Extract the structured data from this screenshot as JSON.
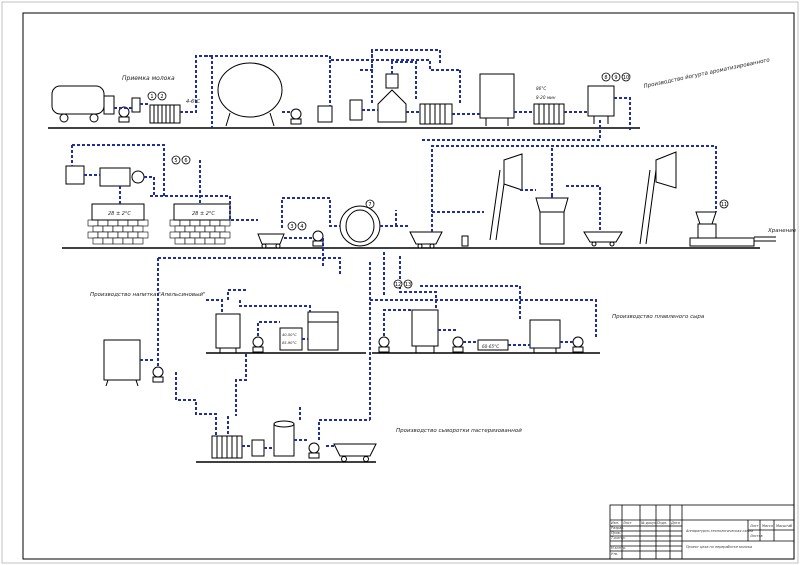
{
  "labels": {
    "milk_reception": "Приемка молока",
    "yogurt_production": "Производство йогурта ароматизированного",
    "ferment_temp_1": "28 ± 2°С",
    "ferment_temp_2": "28 ± 2°С",
    "storage": "Хранение",
    "drink_production": "Производство напитка \"Апельсиновый\"",
    "cheese_production": "Производство плавленого сыра",
    "cottage_production": "Производство сыворотки пастеризованной",
    "temp_4_6": "4-6°С",
    "temp_86": "86°С",
    "temp_8_20": "8-20 мин",
    "temp_40_50": "40-50°С",
    "temp_60_65": "60-65°С",
    "temp_85_90": "85-90°С"
  },
  "markers": {
    "m1": "8",
    "m2": "9",
    "m3": "5",
    "m4": "10",
    "m5": "11",
    "m6": "6",
    "m7": "7",
    "m8": "3",
    "m9": "4",
    "m10": "2",
    "m11": "1",
    "m12": "12",
    "m13": "13"
  },
  "title_block": {
    "doc_title": "Аппаратурно-технологическая схема",
    "sheet_label": "Лист",
    "sheets_label": "Листов",
    "mass_label": "Масса",
    "scale_label": "Масштаб",
    "dev_label": "Разраб.",
    "check_label": "Пров.",
    "tcontrol_label": "Т.контр.",
    "ncontrol_label": "Н.контр.",
    "approved_label": "Утв.",
    "change_label": "Изм.",
    "list_label": "Лист",
    "doc_no_label": "№ докум.",
    "sign_label": "Подп.",
    "date_label": "Дата",
    "subtitle": "Проект цеха по переработке молока"
  }
}
